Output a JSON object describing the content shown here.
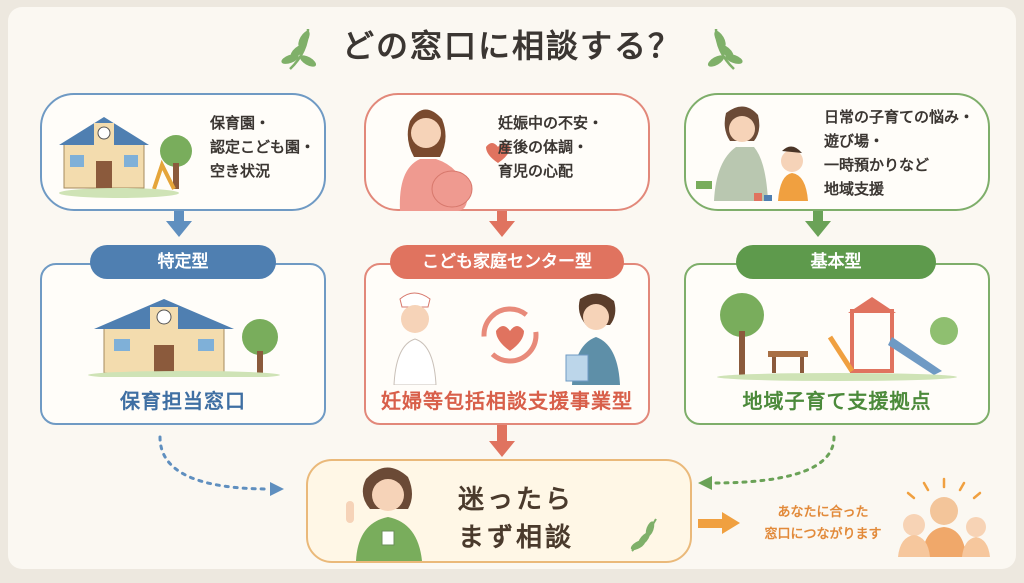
{
  "title": "どの窓口に相談する？",
  "concerns": [
    {
      "text": "保育園・\n認定こども園・\n空き状況"
    },
    {
      "text": "妊娠中の不安・\n産後の体調・\n育児の心配"
    },
    {
      "text": "日常の子育ての悩み・\n遊び場・\n一時預かりなど\n地域支援"
    }
  ],
  "types": [
    {
      "label": "特定型",
      "name": "保育担当窓口",
      "color": "#4f7fb1"
    },
    {
      "label": "こども家庭センター型",
      "name": "妊婦等包括相談支援事業型",
      "color": "#e0735f"
    },
    {
      "label": "基本型",
      "name": "地域子育て支援拠点",
      "color": "#5e9a4c"
    }
  ],
  "center": {
    "line1": "迷ったら",
    "line2": "まず相談"
  },
  "footer_note": "あなたに合った\n窓口につながります"
}
